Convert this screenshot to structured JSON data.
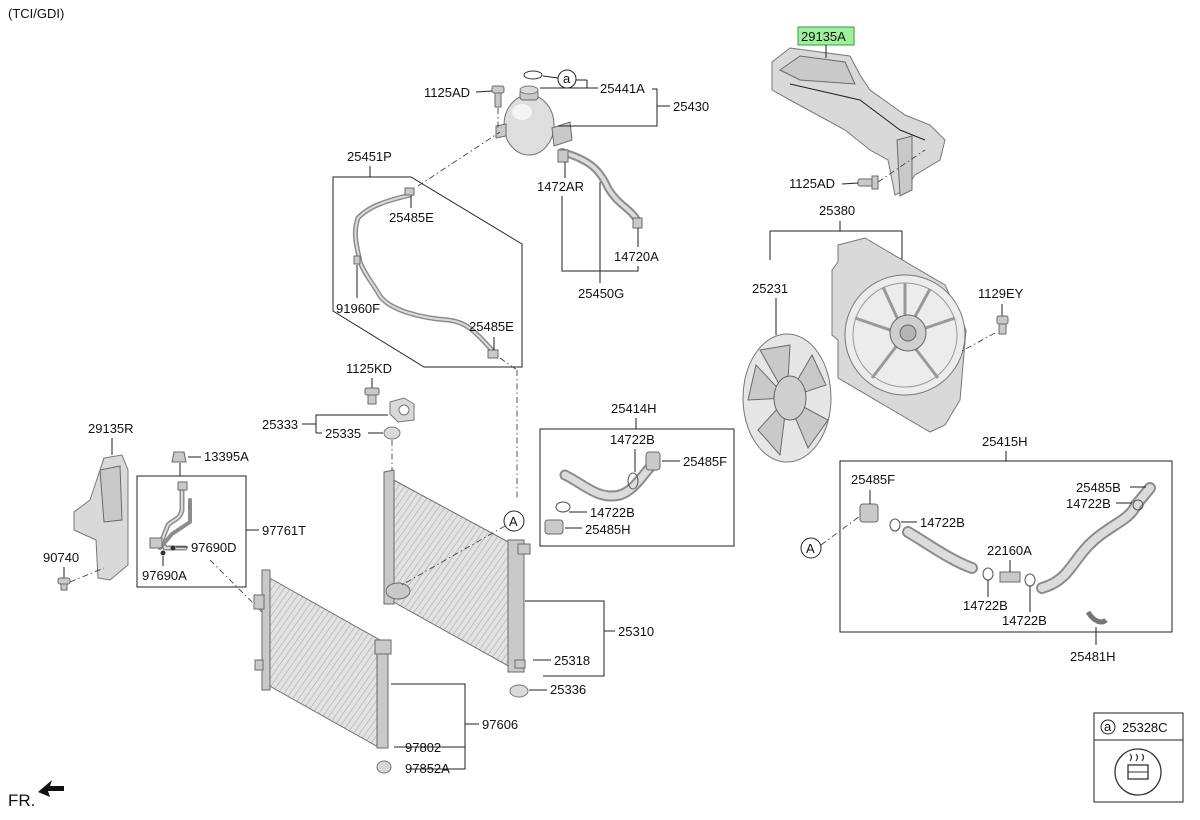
{
  "header": {
    "variant": "(TCI/GDI)"
  },
  "highlight_color": "#9cf29c",
  "callouts": {
    "p29135A": "29135A",
    "p1125AD_top": "1125AD",
    "p25441A": "25441A",
    "p25430": "25430",
    "p25451P": "25451P",
    "p25485E_a": "25485E",
    "p1472AR": "1472AR",
    "p14720A": "14720A",
    "p25450G": "25450G",
    "p91960F": "91960F",
    "p25485E_b": "25485E",
    "p1125AD_right": "1125AD",
    "p25380": "25380",
    "p25231": "25231",
    "p1129EY": "1129EY",
    "p1125KD": "1125KD",
    "p25333": "25333",
    "p25335": "25335",
    "p25414H": "25414H",
    "p14722B_1": "14722B",
    "p25485F_1": "25485F",
    "p14722B_2": "14722B",
    "p25485H": "25485H",
    "p29135R": "29135R",
    "p13395A": "13395A",
    "p97761T": "97761T",
    "p97690D": "97690D",
    "p97690A": "97690A",
    "p90740": "90740",
    "p25415H": "25415H",
    "p25485F_2": "25485F",
    "p25485B": "25485B",
    "p14722B_3": "14722B",
    "p14722B_4": "14722B",
    "p22160A": "22160A",
    "p14722B_5": "14722B",
    "p14722B_6": "14722B",
    "p25481H": "25481H",
    "p25310": "25310",
    "p25318": "25318",
    "p25336": "25336",
    "p97606": "97606",
    "p97802": "97802",
    "p97852A": "97852A",
    "p25328C": "25328C"
  },
  "markers": {
    "ref_a_small": "a",
    "ref_a_legend": "a",
    "ref_A_left": "A",
    "ref_A_right": "A"
  },
  "footer": {
    "front_label": "FR."
  }
}
